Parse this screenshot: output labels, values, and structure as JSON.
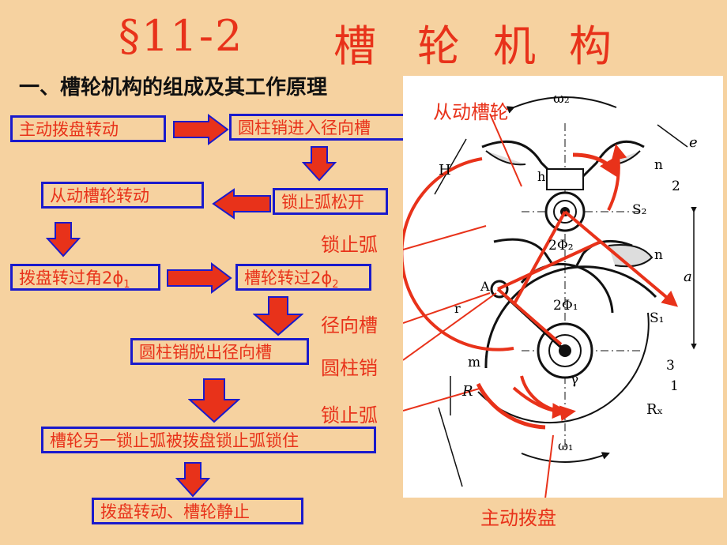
{
  "title": {
    "section": "§11-2",
    "chars": [
      "槽",
      "轮",
      "机",
      "构"
    ]
  },
  "subtitle": "一、槽轮机构的组成及其工作原理",
  "flow": {
    "step1": "主动拨盘转动",
    "step2": "圆柱销进入径向槽",
    "step3": "锁止弧松开",
    "step4": "从动槽轮转动",
    "step5_prefix": "拨盘转过角2ϕ",
    "step5_sub": "1",
    "step6_prefix": "槽轮转过2ϕ",
    "step6_sub": "2",
    "step7": "圆柱销脱出径向槽",
    "step8": "槽轮另一锁止弧被拨盘锁止弧锁住",
    "step9": "拨盘转动、槽轮静止"
  },
  "diagram_labels": {
    "driven_wheel": "从动槽轮",
    "locking_arc_top": "锁止弧",
    "radial_slot": "径向槽",
    "pin": "圆柱销",
    "locking_arc_bottom": "锁止弧",
    "driving_dial": "主动拨盘"
  },
  "figure_marks": {
    "omega2": "ω₂",
    "omega1": "ω₁",
    "e": "e",
    "H": "H",
    "h": "h",
    "n_top": "n",
    "two": "2",
    "s2": "S₂",
    "two_phi2": "2Φ₂",
    "n_mid": "n",
    "a": "a",
    "A": "A",
    "r": "r",
    "two_phi1": "2Φ₁",
    "s1": "S₁",
    "m": "m",
    "three": "3",
    "gamma": "γ",
    "one": "1",
    "R": "R",
    "Rx": "Rₓ"
  },
  "colors": {
    "background": "#f6d2a0",
    "accent_red": "#e8321a",
    "box_border": "#1a1acc",
    "arrow_fill": "#e8321a"
  }
}
